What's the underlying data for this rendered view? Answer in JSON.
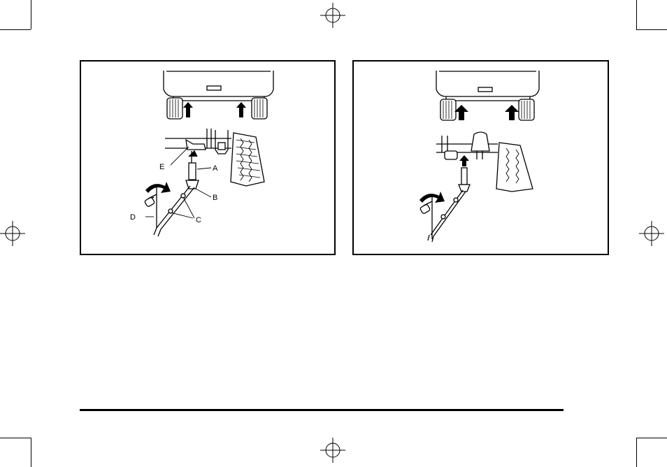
{
  "figures": [
    {
      "id": "left",
      "callouts": {
        "a": "A",
        "b": "B",
        "c": "C",
        "d": "D",
        "e": "E"
      }
    },
    {
      "id": "right",
      "callouts": {}
    }
  ],
  "colors": {
    "ink": "#000000",
    "paper": "#ffffff"
  }
}
